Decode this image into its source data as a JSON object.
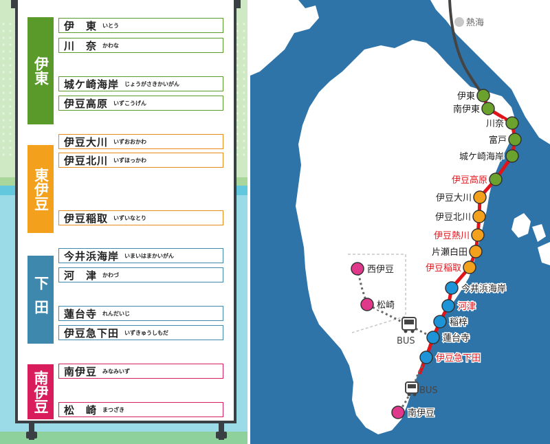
{
  "colors": {
    "ito": "#5a9a2b",
    "izukyu_east": "#e88a1a",
    "shimoda": "#3f88ad",
    "minamiizu": "#d91c5c",
    "sea": "#2f74a8",
    "land": "#ffffff",
    "route_red": "#e0141b",
    "label_red": "#e0141b",
    "station_green": "#6aa22d",
    "station_orange": "#f3a01c",
    "station_blue": "#1d93d8",
    "station_pink": "#e0398b"
  },
  "board": {
    "groups": [
      {
        "id": "ito",
        "label": "伊東",
        "stations": [
          {
            "name": "伊　東",
            "kana": "いとう"
          },
          {
            "name": "川　奈",
            "kana": "かわな"
          },
          {
            "name": "城ケ崎海岸",
            "kana": "じょうがさきかいがん"
          },
          {
            "name": "伊豆高原",
            "kana": "いずこうげん"
          }
        ]
      },
      {
        "id": "higashi",
        "label": "東伊豆",
        "stations": [
          {
            "name": "伊豆大川",
            "kana": "いずおおかわ"
          },
          {
            "name": "伊豆北川",
            "kana": "いずほっかわ"
          },
          {
            "name": "伊豆稲取",
            "kana": "いずいなとり"
          }
        ]
      },
      {
        "id": "shimoda",
        "label": "下田",
        "stations": [
          {
            "name": "今井浜海岸",
            "kana": "いまいはまかいがん"
          },
          {
            "name": "河　津",
            "kana": "かわづ"
          },
          {
            "name": "蓮台寺",
            "kana": "れんだいじ"
          },
          {
            "name": "伊豆急下田",
            "kana": "いずきゅうしもだ"
          }
        ]
      },
      {
        "id": "minami",
        "label": "南伊豆",
        "stations": [
          {
            "name": "南伊豆",
            "kana": "みなみいず"
          },
          {
            "name": "松　崎",
            "kana": "まつざき"
          }
        ]
      }
    ]
  },
  "map": {
    "atami": "熱海",
    "bus_label": "BUS",
    "stations": [
      {
        "label": "伊東",
        "color": "green",
        "red": false
      },
      {
        "label": "南伊東",
        "color": "green",
        "red": false
      },
      {
        "label": "川奈",
        "color": "green",
        "red": false
      },
      {
        "label": "富戸",
        "color": "green",
        "red": false
      },
      {
        "label": "城ケ崎海岸",
        "color": "green",
        "red": false
      },
      {
        "label": "伊豆高原",
        "color": "green",
        "red": true
      },
      {
        "label": "伊豆大川",
        "color": "orange",
        "red": false
      },
      {
        "label": "伊豆北川",
        "color": "orange",
        "red": false
      },
      {
        "label": "伊豆熱川",
        "color": "orange",
        "red": true
      },
      {
        "label": "片瀬白田",
        "color": "orange",
        "red": false
      },
      {
        "label": "伊豆稲取",
        "color": "orange",
        "red": true
      },
      {
        "label": "今井浜海岸",
        "color": "blue",
        "red": false
      },
      {
        "label": "河津",
        "color": "blue",
        "red": true
      },
      {
        "label": "稲梓",
        "color": "blue",
        "red": false
      },
      {
        "label": "蓮台寺",
        "color": "blue",
        "red": false
      },
      {
        "label": "伊豆急下田",
        "color": "blue",
        "red": true
      },
      {
        "label": "西伊豆",
        "color": "pink",
        "red": false
      },
      {
        "label": "松崎",
        "color": "pink",
        "red": false
      },
      {
        "label": "南伊豆",
        "color": "pink",
        "red": false
      }
    ]
  }
}
